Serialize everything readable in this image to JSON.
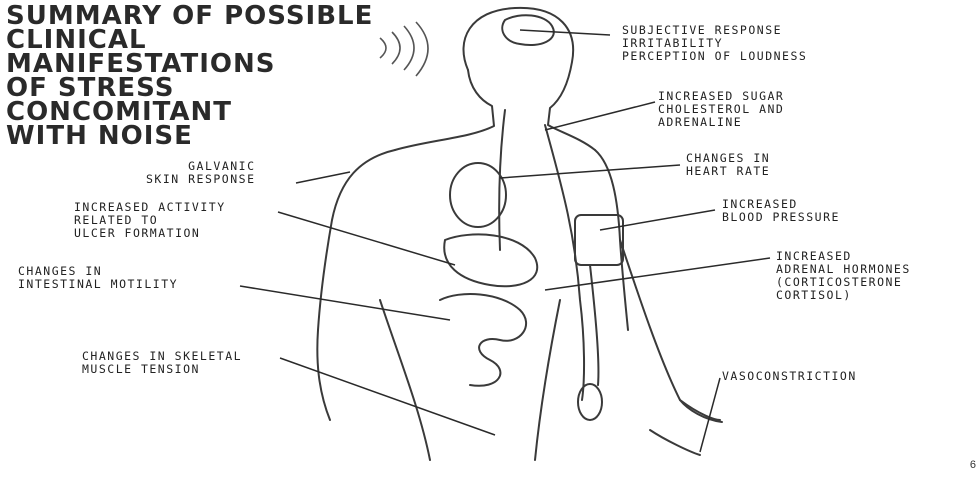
{
  "title_lines": [
    "SUMMARY OF POSSIBLE",
    "CLINICAL",
    "MANIFESTATIONS",
    "OF STRESS",
    "CONCOMITANT",
    "WITH NOISE"
  ],
  "labels": {
    "subjective": [
      "SUBJECTIVE RESPONSE",
      "IRRITABILITY",
      "PERCEPTION OF LOUDNESS"
    ],
    "sugar": [
      "INCREASED SUGAR",
      "CHOLESTEROL AND",
      "ADRENALINE"
    ],
    "galvanic": [
      "GALVANIC",
      "SKIN RESPONSE"
    ],
    "heart_rate": [
      "CHANGES IN",
      "HEART RATE"
    ],
    "ulcer": [
      "INCREASED ACTIVITY",
      "RELATED TO",
      "ULCER FORMATION"
    ],
    "blood_pressure": [
      "INCREASED",
      "BLOOD PRESSURE"
    ],
    "intestinal": [
      "CHANGES IN",
      "INTESTINAL MOTILITY"
    ],
    "adrenal": [
      "INCREASED",
      "ADRENAL HORMONES",
      "(CORTICOSTERONE",
      "CORTISOL)"
    ],
    "skeletal": [
      "CHANGES IN SKELETAL",
      "MUSCLE TENSION"
    ],
    "vasoconstriction": [
      "VASOCONSTRICTION"
    ]
  },
  "page_number": "6"
}
